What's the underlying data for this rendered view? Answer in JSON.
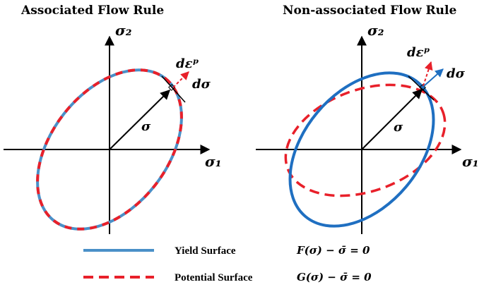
{
  "left_panel": {
    "title": "Associated Flow Rule",
    "axis_x": "σ₁",
    "axis_y": "σ₂",
    "vector_label": "σ",
    "dsigma_label": "dσ",
    "deps_label": "dεᵖ"
  },
  "right_panel": {
    "title": "Non-associated Flow Rule",
    "axis_x": "σ₁",
    "axis_y": "σ₂",
    "vector_label": "σ",
    "dsigma_label": "dσ",
    "deps_label": "dεᵖ"
  },
  "legend": [
    {
      "label": "Yield Surface",
      "equation": "F(σ) − σ̄ = 0",
      "style": "solid"
    },
    {
      "label": "Potential Surface",
      "equation": "G(σ) − σ̄ = 0",
      "style": "dashed"
    }
  ],
  "colors": {
    "yield": "#4a90c8",
    "yield_right": "#1f6fc1",
    "potential": "#e8202a",
    "axis": "#000000"
  }
}
